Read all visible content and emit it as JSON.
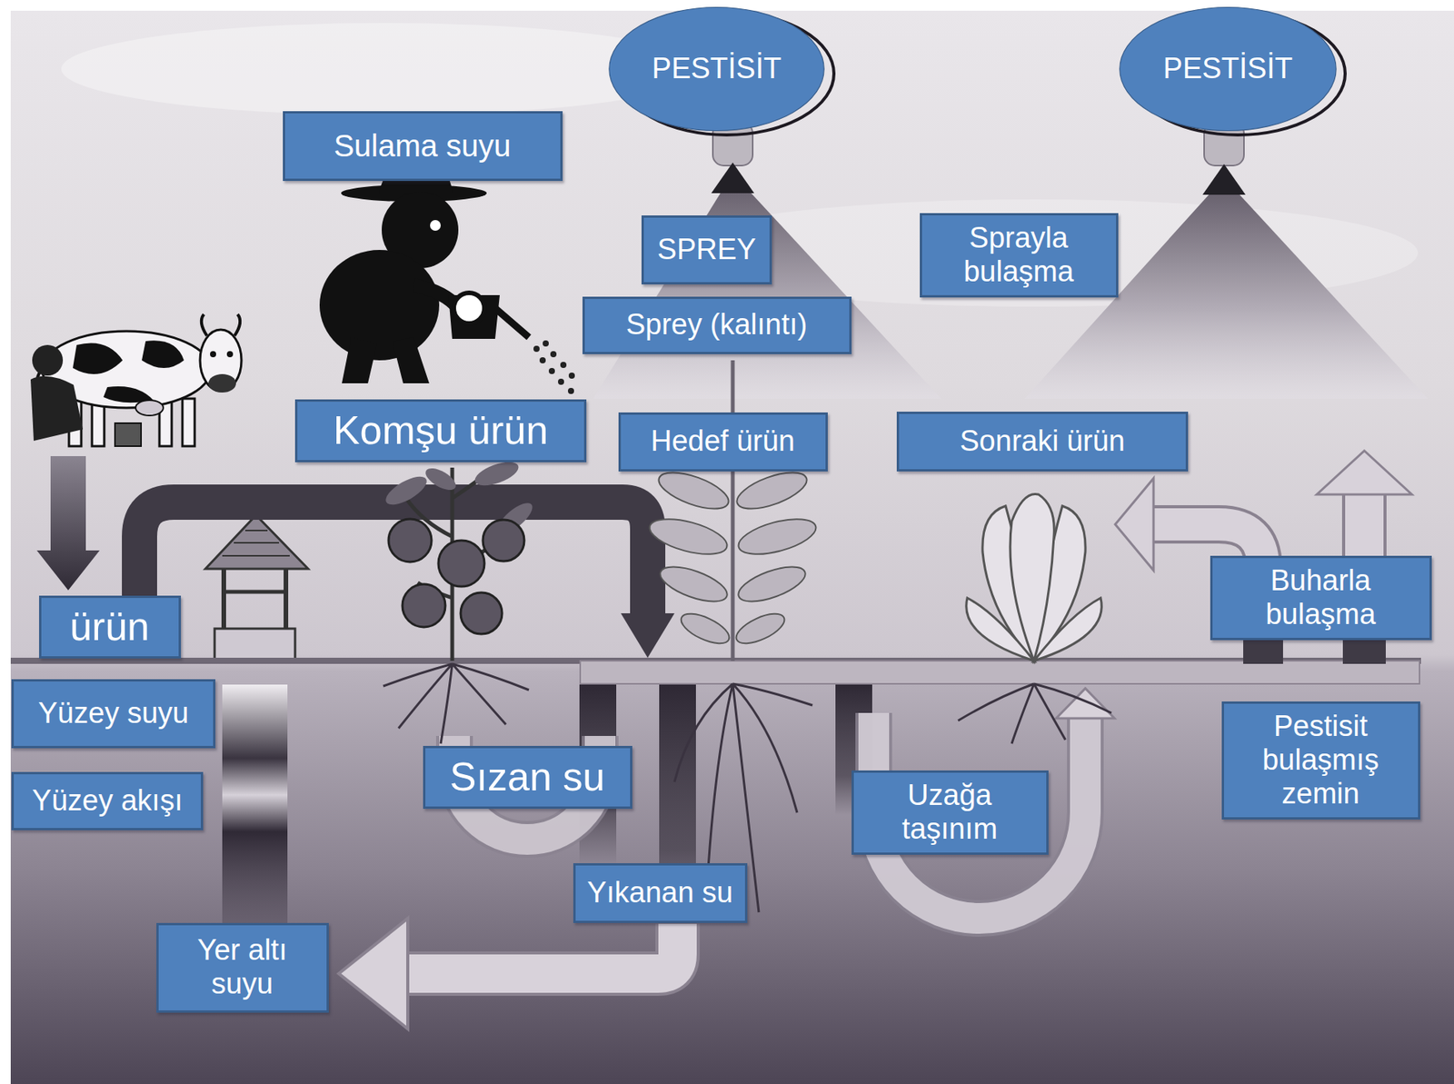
{
  "diagram": {
    "nodes": [
      {
        "text": [
          "PESTİSİT"
        ]
      },
      {
        "text": [
          "PESTİSİT"
        ]
      },
      {
        "text": [
          "Sulama suyu"
        ]
      },
      {
        "text": [
          "SPREY"
        ]
      },
      {
        "text": [
          "Sprayla bulaşma"
        ]
      },
      {
        "text": [
          "Sprey (kalıntı)"
        ]
      },
      {
        "text": [
          "Komşu ürün"
        ]
      },
      {
        "text": [
          "Hedef ürün"
        ]
      },
      {
        "text": [
          "Sonraki ürün"
        ]
      },
      {
        "text": [
          "Buharla bulaşma"
        ]
      },
      {
        "text": [
          "ürün"
        ]
      },
      {
        "text": [
          "Yüzey suyu"
        ]
      },
      {
        "text": [
          "Pestisit bulaşmış zemin"
        ]
      },
      {
        "text": [
          "Sızan su"
        ]
      },
      {
        "text": [
          "Yüzey akışı"
        ]
      },
      {
        "text": [
          "Uzağa taşınım"
        ]
      },
      {
        "text": [
          "Yıkanan su"
        ]
      },
      {
        "text": [
          "Yer altı suyu"
        ]
      }
    ]
  }
}
